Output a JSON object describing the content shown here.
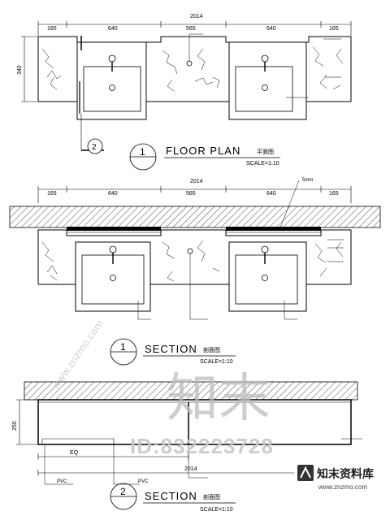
{
  "floor_plan": {
    "dims": [
      "165",
      "640",
      "565",
      "640",
      "165"
    ],
    "total": "2014",
    "height": "340",
    "callout_number": "2",
    "title_number": "1",
    "title": "FLOOR PLAN",
    "title_cn": "平面图",
    "scale": "SCALE=1:10"
  },
  "section_1": {
    "dims": [
      "165",
      "640",
      "565",
      "640",
      "165"
    ],
    "total": "2014",
    "note_5mm": "5mm",
    "title_number": "1",
    "title": "SECTION",
    "title_cn": "剖面图",
    "scale": "SCALE=1:10"
  },
  "section_2": {
    "height": "250",
    "eq": "EQ",
    "total": "2014",
    "pvc_left": "PVC",
    "pvc_mid": "PVC",
    "title_number": "2",
    "title": "SECTION",
    "title_cn": "剖面图",
    "scale": "SCALE=1:10"
  },
  "watermark": {
    "big_text": "知末",
    "id_text": "ID:832223728",
    "logo_text": "知末资料库",
    "logo_url": "www.znzmo.com",
    "side_url": "www.znzmo.com"
  }
}
